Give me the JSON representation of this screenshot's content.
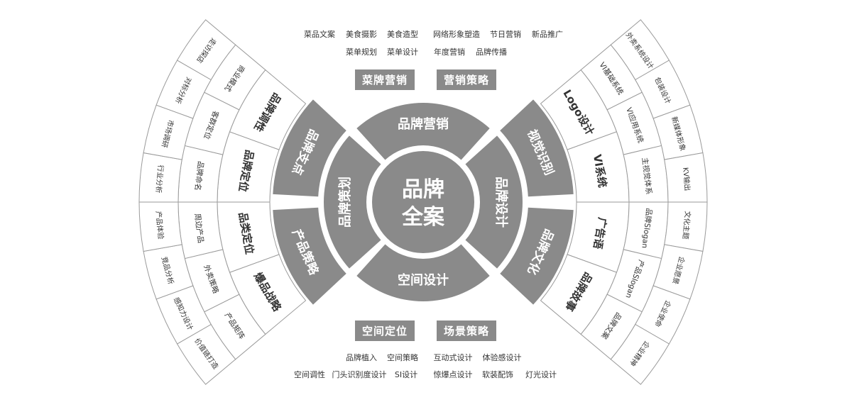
{
  "center": {
    "line1": "品牌",
    "line2": "全案"
  },
  "inner_ring": [
    "品牌营销",
    "品牌设计",
    "空间设计",
    "品牌策划"
  ],
  "middle_ring": [
    "品牌支点",
    "视觉识别",
    "品牌文化",
    "产品策略"
  ],
  "top": {
    "tags": [
      "菜牌营销",
      "营销策略"
    ],
    "row1": [
      "菜品文案",
      "美食摄影",
      "美食造型",
      "网络形象塑造",
      "节日营销",
      "新品推广"
    ],
    "row2": [
      "菜单规划",
      "菜单设计",
      "年度营销",
      "品牌传播"
    ]
  },
  "bottom": {
    "tags": [
      "空间定位",
      "场景策略"
    ],
    "row1": [
      "品牌植入",
      "空间策略",
      "互动式设计",
      "体验感设计"
    ],
    "row2": [
      "空间调性",
      "门头识别度设计",
      "SI设计",
      "惊爆点设计",
      "软装配饰",
      "灯光设计"
    ]
  },
  "left_fan": {
    "band3": [
      "品牌调性",
      "品牌定位",
      "品类定位",
      "爆品战略"
    ],
    "band2": [
      "商业模式",
      "客群定位",
      "品牌命名",
      "周边产品",
      "外卖策略",
      "产品矩阵"
    ],
    "band1": [
      "走访探店",
      "对标分析",
      "市场调研",
      "行业分析",
      "产品体验",
      "竞品分析",
      "感知力设计",
      "价值链打造"
    ]
  },
  "right_fan": {
    "band3": [
      "Logo设计",
      "VI系统",
      "广告语",
      "品牌故事"
    ],
    "band2": [
      "VI基础系统",
      "VI应用系统",
      "主视觉体系",
      "品牌Slogan",
      "产品Slogan",
      "品牌文案"
    ],
    "band1": [
      "外卖系统设计",
      "包装设计",
      "新媒体形象",
      "KV输出",
      "文化主题",
      "企业愿景",
      "企业使命",
      "企业精神"
    ]
  },
  "colors": {
    "gray": "#8a8a8a",
    "line": "#9a9a9a",
    "text": "#333333",
    "white": "#ffffff"
  }
}
